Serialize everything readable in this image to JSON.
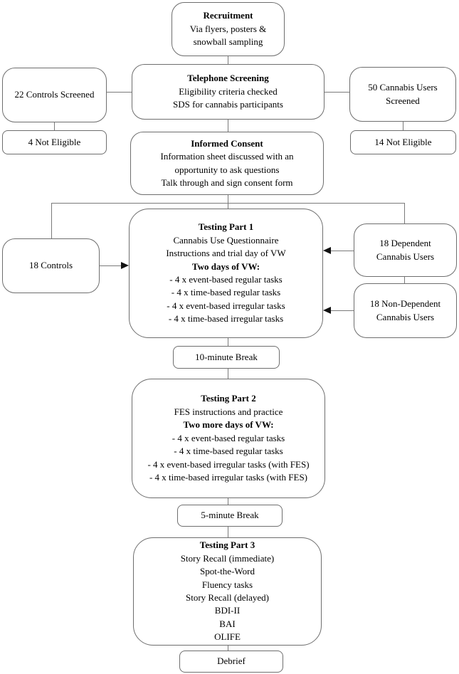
{
  "colors": {
    "background": "#ffffff",
    "box_border": "#6e6e6e",
    "connector": "#7a7a7a",
    "arrowhead": "#111111",
    "text": "#000000"
  },
  "nodes": {
    "recruitment": {
      "title": "Recruitment",
      "lines": [
        "Via flyers, posters &",
        "snowball sampling"
      ]
    },
    "controls_screened": {
      "lines": [
        "22 Controls Screened"
      ]
    },
    "telephone_screening": {
      "title": "Telephone Screening",
      "lines": [
        "Eligibility criteria checked",
        "SDS for cannabis participants"
      ]
    },
    "cannabis_screened": {
      "lines": [
        "50 Cannabis Users",
        "Screened"
      ]
    },
    "controls_not_eligible": {
      "lines": [
        "4 Not Eligible"
      ]
    },
    "cannabis_not_eligible": {
      "lines": [
        "14 Not Eligible"
      ]
    },
    "informed_consent": {
      "title": "Informed Consent",
      "lines": [
        "Information sheet discussed with an",
        "opportunity to ask questions",
        "Talk through and sign consent form"
      ]
    },
    "controls_group": {
      "lines": [
        "18 Controls"
      ]
    },
    "testing_part1": {
      "title": "Testing Part 1",
      "lines": [
        "Cannabis Use Questionnaire",
        "Instructions and trial day of VW"
      ],
      "subtitle": "Two days of VW:",
      "tasks": [
        "- 4 x event-based regular tasks",
        "- 4 x time-based regular tasks",
        "- 4 x event-based irregular tasks",
        "- 4 x time-based irregular tasks"
      ]
    },
    "dependent_users": {
      "lines": [
        "18 Dependent",
        "Cannabis Users"
      ]
    },
    "nondependent_users": {
      "lines": [
        "18 Non-Dependent",
        "Cannabis Users"
      ]
    },
    "break1": {
      "lines": [
        "10-minute Break"
      ]
    },
    "testing_part2": {
      "title": "Testing Part 2",
      "lines": [
        "FES instructions and practice"
      ],
      "subtitle": "Two more days of VW:",
      "tasks": [
        "- 4 x event-based regular tasks",
        "- 4 x time-based regular tasks",
        "- 4 x event-based irregular tasks (with FES)",
        "- 4 x time-based irregular tasks (with FES)"
      ]
    },
    "break2": {
      "lines": [
        "5-minute Break"
      ]
    },
    "testing_part3": {
      "title": "Testing Part 3",
      "lines": [
        "Story Recall (immediate)",
        "Spot-the-Word",
        "Fluency tasks",
        "Story Recall (delayed)",
        "BDI-II",
        "BAI",
        "OLIFE"
      ]
    },
    "debrief": {
      "lines": [
        "Debrief"
      ]
    }
  }
}
